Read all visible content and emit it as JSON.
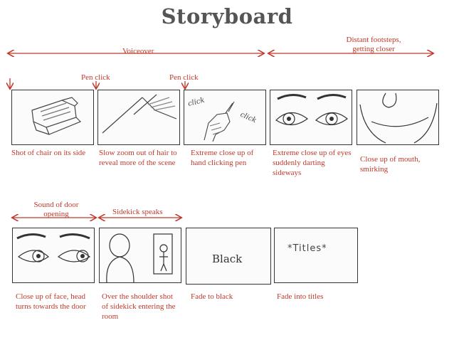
{
  "title": "Storyboard",
  "audio": {
    "voiceover": "Voiceover",
    "footsteps": "Distant footsteps, getting closer",
    "pen_click_1": "Pen click",
    "pen_click_2": "Pen click",
    "door_sound": "Sound of door opening",
    "sidekick_speaks": "Sidekick speaks"
  },
  "row1": [
    {
      "caption": "Shot of chair on its side"
    },
    {
      "caption": "Slow zoom out of hair to reveal more of the scene"
    },
    {
      "caption": "Extreme close up of hand clicking pen"
    },
    {
      "caption": "Extreme close up of eyes suddenly darting sideways"
    },
    {
      "caption": "Close up of mouth, smirking"
    }
  ],
  "row2": [
    {
      "caption": "Close up of face, head turns towards the door"
    },
    {
      "caption": "Over the shoulder shot of sidekick entering the room"
    },
    {
      "caption": "Fade to black"
    },
    {
      "caption": "Fade into titles"
    }
  ],
  "frame_text": {
    "click_1": "click",
    "click_2": "click",
    "black": "Black",
    "titles": "*Titles*"
  },
  "colors": {
    "accent": "#c0392b",
    "ink": "#333333"
  }
}
